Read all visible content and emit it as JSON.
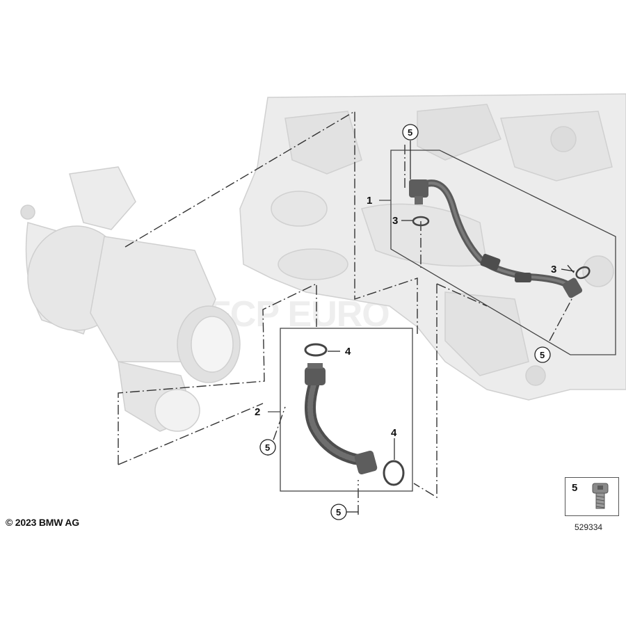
{
  "copyright": "© 2023 BMW AG",
  "part_number": "529334",
  "watermark": "FCP EURO",
  "legend": {
    "number": "5",
    "icon": "screw-icon"
  },
  "callouts": {
    "c1": "1",
    "c2": "2",
    "c3a": "3",
    "c3b": "3",
    "c4a": "4",
    "c4b": "4",
    "c5a": "5",
    "c5b": "5",
    "c5c": "5",
    "c5d": "5"
  },
  "colors": {
    "part_dark": "#5a5a5a",
    "ghost": "#e3e3e3",
    "line": "#333333"
  }
}
